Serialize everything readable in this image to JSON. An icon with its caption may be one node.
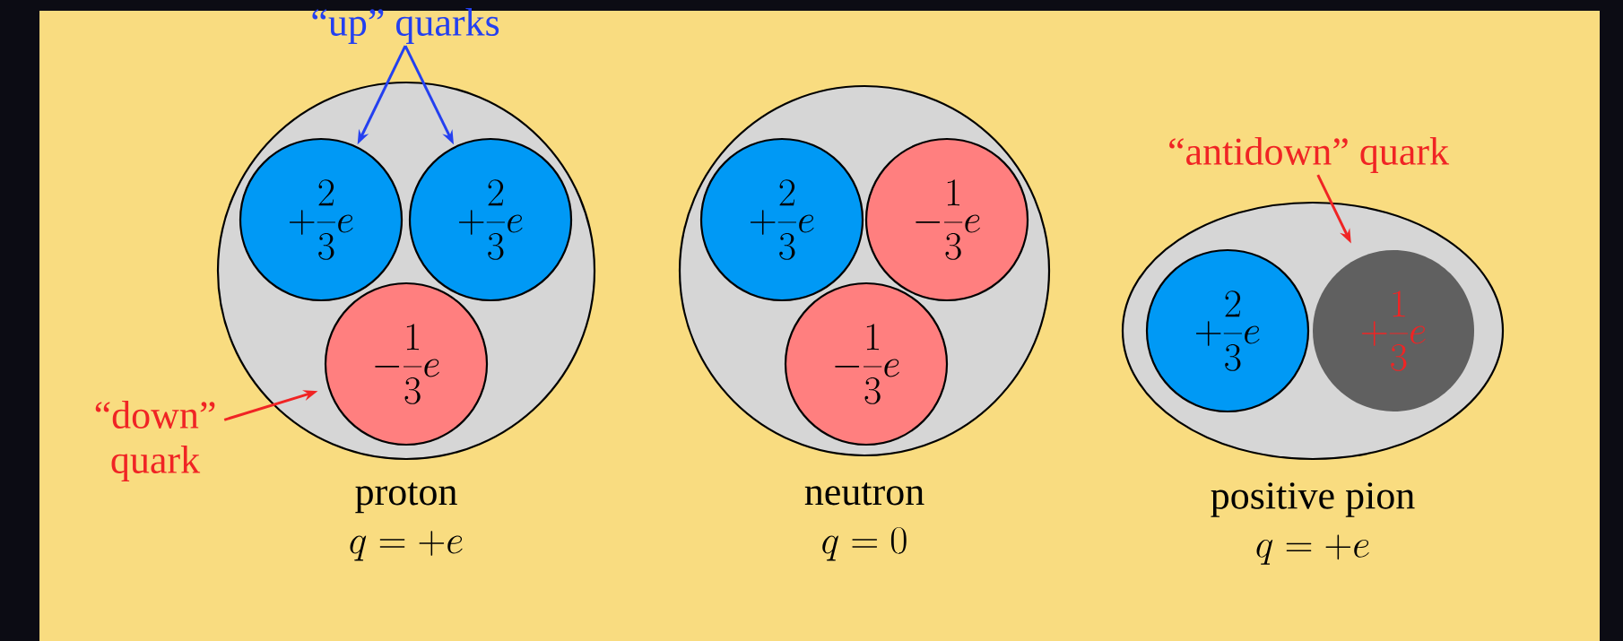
{
  "diagram": {
    "nodes": [
      {
        "text": [
          "proton",
          "q = +e"
        ]
      },
      {
        "text": [
          "+\\frac{2}{3}e"
        ],
        "in": 0
      },
      {
        "text": [
          "+\\frac{2}{3}e"
        ],
        "in": 0
      },
      {
        "text": [
          "-\\frac{1}{3}e"
        ],
        "in": 0
      },
      {
        "text": [
          "neutron",
          "q = 0"
        ]
      },
      {
        "text": [
          "+\\frac{2}{3}e"
        ],
        "in": 4
      },
      {
        "text": [
          "-\\frac{1}{3}e"
        ],
        "in": 4
      },
      {
        "text": [
          "-\\frac{1}{3}e"
        ],
        "in": 4
      },
      {
        "text": [
          "positive pion",
          "q = +e"
        ]
      },
      {
        "text": [
          "+\\frac{2}{3}e"
        ],
        "in": 8
      },
      {
        "text": [
          "+\\frac{1}{3}e"
        ],
        "in": 8
      },
      {
        "text": [
          "“up” quarks"
        ]
      },
      {
        "text": [
          "“down” quark"
        ]
      },
      {
        "text": [
          "“antidown” quark"
        ]
      }
    ],
    "edges": [
      {
        "from": 11,
        "to": 1,
        "arrow": "to",
        "color": "#2440f0"
      },
      {
        "from": 11,
        "to": 2,
        "arrow": "to",
        "color": "#2440f0"
      },
      {
        "from": 12,
        "to": 3,
        "arrow": "to",
        "color": "#f02424"
      },
      {
        "from": 13,
        "to": 10,
        "arrow": "to",
        "color": "#f02424"
      }
    ]
  }
}
